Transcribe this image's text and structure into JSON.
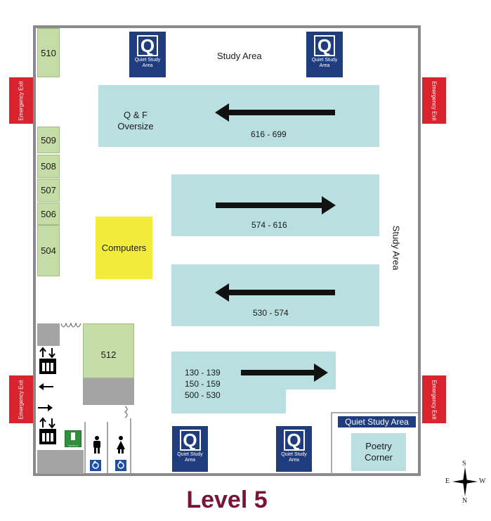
{
  "title": "Level 5",
  "areas": {
    "study_area_top": "Study Area",
    "study_area_right": "Study Area",
    "computers": "Computers",
    "qf_oversize": "Q & F\nOversize",
    "quiet_study_banner": "Quiet Study Area",
    "poetry_corner": "Poetry\nCorner"
  },
  "rooms": [
    "510",
    "509",
    "508",
    "507",
    "506",
    "504",
    "512"
  ],
  "stacks": [
    {
      "range": "616 - 699",
      "direction": "left"
    },
    {
      "range": "574 - 616",
      "direction": "right"
    },
    {
      "range": "530 - 574",
      "direction": "left"
    },
    {
      "range_lines": [
        "130 - 139",
        "150 - 159",
        "500 - 530"
      ],
      "direction": "right"
    }
  ],
  "quiet_badge": {
    "letter": "Q",
    "text": "Quiet Study Area"
  },
  "emergency_exit": "Emergency Exit",
  "cell_phone_zone": "Cell Phone Zone",
  "compass": {
    "top": "S",
    "left": "E",
    "right": "W",
    "bottom": "N"
  },
  "colors": {
    "stacks": "#b9dfe0",
    "rooms": "#c5dca6",
    "computers": "#f2ec3c",
    "exit": "#d9242f",
    "quiet_badge": "#1f3c7e",
    "title": "#7a1436",
    "wall": "#8a8a8a"
  }
}
